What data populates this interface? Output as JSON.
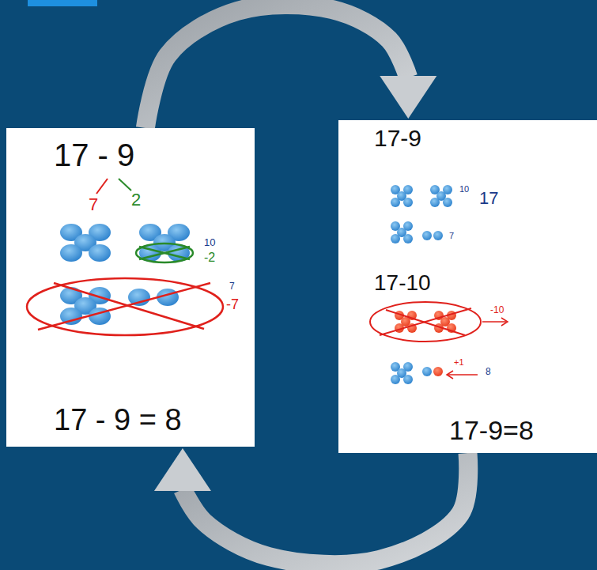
{
  "diagram": {
    "nodes": [
      {
        "text": [
          "17 - 9",
          "7",
          "2",
          "10",
          "-2",
          "7",
          "-7",
          "17 - 9 = 8"
        ]
      },
      {
        "text": [
          "17-9",
          "10",
          "17",
          "7",
          "17-10",
          "-10",
          "+1",
          "8",
          "17-9=8"
        ]
      }
    ],
    "edges": [
      {
        "from": 0,
        "to": 1,
        "arrow": "to"
      },
      {
        "from": 1,
        "to": 0,
        "arrow": "to"
      }
    ]
  }
}
